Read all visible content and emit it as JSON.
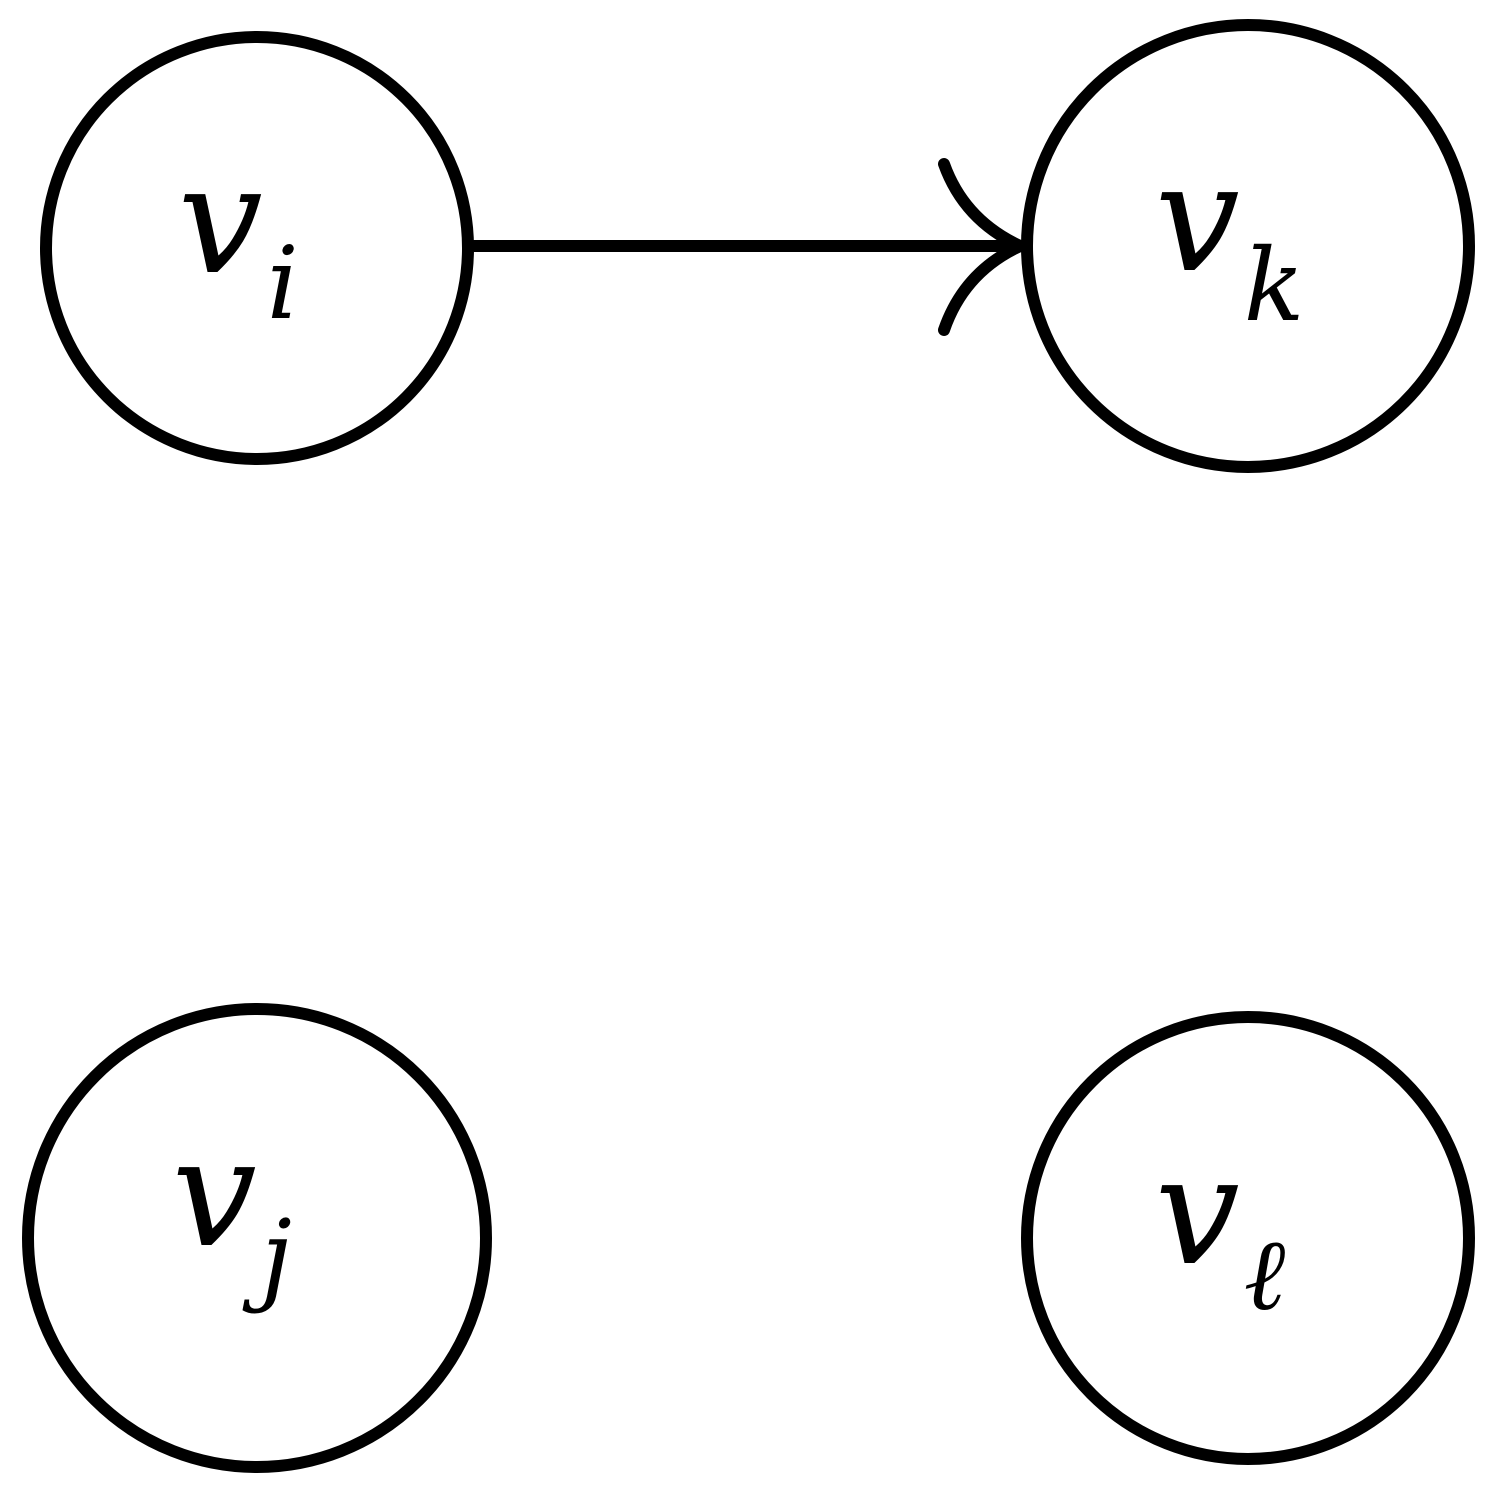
{
  "diagram": {
    "nodes": [
      {
        "id": "vi",
        "base": "v",
        "sub": "i"
      },
      {
        "id": "vk",
        "base": "v",
        "sub": "k"
      },
      {
        "id": "vj",
        "base": "v",
        "sub": "j"
      },
      {
        "id": "vl",
        "base": "v",
        "sub": "ℓ"
      }
    ],
    "edges": [
      {
        "from": "vi",
        "to": "vk",
        "directed": true
      }
    ],
    "colors": {
      "stroke": "#000000",
      "background": "#ffffff"
    }
  }
}
